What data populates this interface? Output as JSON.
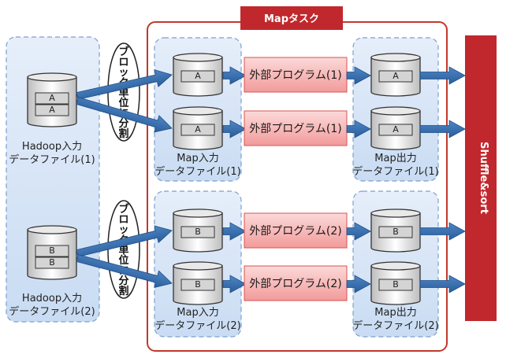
{
  "map_task_title": "Mapタスク",
  "shuffle_label": "Shuffle&sort",
  "split_label": [
    "ブ",
    "ロ",
    "ッ",
    "ク",
    "単",
    "位",
    "に",
    "分",
    "割"
  ],
  "hadoop_inputs": [
    {
      "blocks": [
        "A",
        "A"
      ],
      "label_line1": "Hadoop入力",
      "label_line2": "データファイル(1)"
    },
    {
      "blocks": [
        "B",
        "B"
      ],
      "label_line1": "Hadoop入力",
      "label_line2": "データファイル(2)"
    }
  ],
  "map_groups": [
    {
      "input_label_line1": "Map入力",
      "input_label_line2": "データファイル(1)",
      "output_label_line1": "Map出力",
      "output_label_line2": "データファイル(1)",
      "rows": [
        {
          "input_block": "A",
          "program": "外部プログラム(1)",
          "output_block": "A"
        },
        {
          "input_block": "A",
          "program": "外部プログラム(1)",
          "output_block": "A"
        }
      ]
    },
    {
      "input_label_line1": "Map入力",
      "input_label_line2": "データファイル(2)",
      "output_label_line1": "Map出力",
      "output_label_line2": "データファイル(2)",
      "rows": [
        {
          "input_block": "B",
          "program": "外部プログラム(2)",
          "output_block": "B"
        },
        {
          "input_block": "B",
          "program": "外部プログラム(2)",
          "output_block": "B"
        }
      ]
    }
  ],
  "colors": {
    "map_task_border": "#c0392b",
    "map_task_header": "#c0282d",
    "shuffle_bar": "#c0282d",
    "program_fill": "#f4b8b8",
    "program_border": "#d9534f",
    "panel_fill": "#dbe8f7",
    "panel_border": "#7da0cc",
    "arrow": "#2e67a8"
  }
}
